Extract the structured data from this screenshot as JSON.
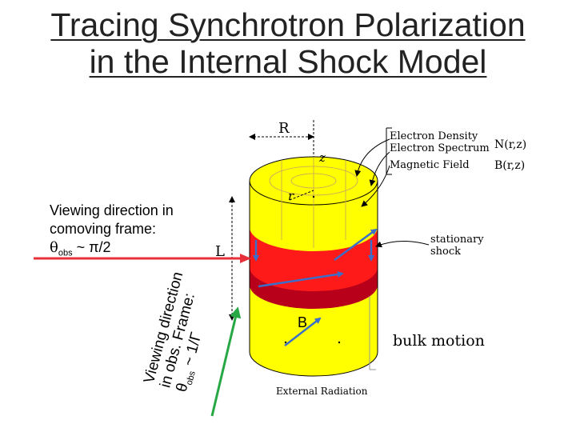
{
  "title": {
    "line1": "Tracing Synchrotron Polarization",
    "line2": "in the Internal Shock Model"
  },
  "comoving_label": {
    "line1": "Viewing direction in",
    "line2": "comoving frame:",
    "theta": "θ",
    "sub": "obs",
    "rest": " ~ π/2"
  },
  "observer_label": {
    "line1": "Viewing direction",
    "line2": "in obs. Frame:",
    "theta": "θ",
    "sub": "obs",
    "rest": " ~ 1/Γ"
  },
  "diagram_labels": {
    "R": "R",
    "z": "z",
    "r": "r",
    "L": "L",
    "electron_density": "Electron Density",
    "electron_spectrum": "Electron Spectrum",
    "magnetic_field": "Magnetic Field",
    "N": "N(r,z)",
    "Bfield": "B(r,z)",
    "stationary_shock_1": "stationary",
    "stationary_shock_2": "shock",
    "B": "B",
    "bulk_motion": "bulk motion",
    "external_radiation": "External Radiation"
  },
  "colors": {
    "cylinder_yellow": "#ffff00",
    "shock_red": "#ff1a1a",
    "shock_dark": "#b8001a",
    "arrow_blue": "#3a6ec8",
    "arrow_green": "#27a845",
    "arrow_red": "#e8303a"
  }
}
